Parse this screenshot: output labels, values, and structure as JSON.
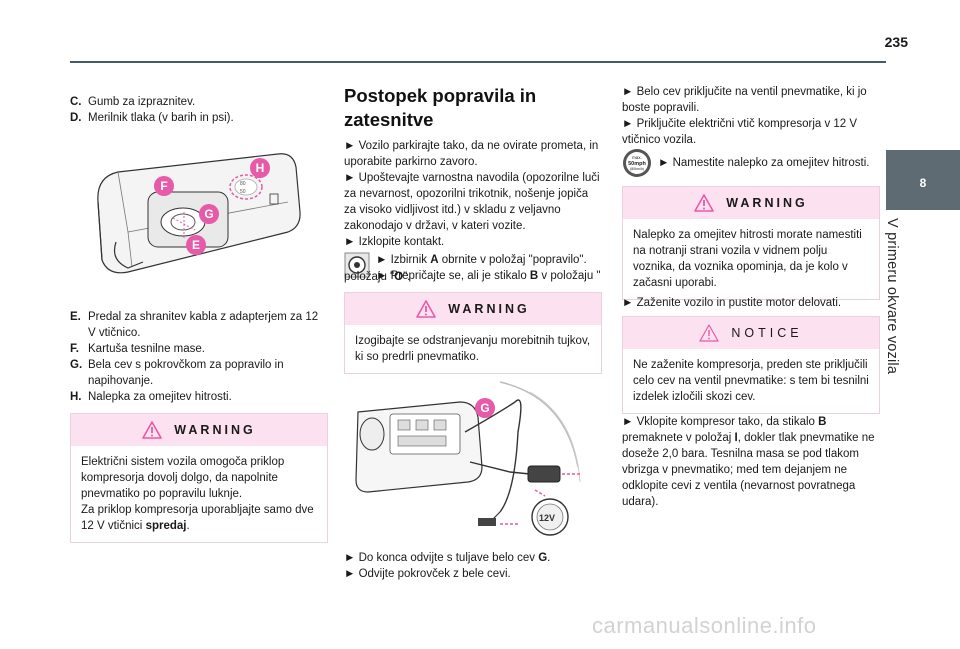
{
  "page": {
    "number": "235",
    "chapter_number": "8",
    "chapter_title": "V primeru okvare vozila"
  },
  "col1": {
    "list_top": [
      {
        "key": "C.",
        "text": "Gumb za izpraznitev."
      },
      {
        "key": "D.",
        "text": "Merilnik tlaka (v barih in psi)."
      }
    ],
    "figure_labels": {
      "h": "H",
      "f": "F",
      "g": "G",
      "e": "E",
      "gauge_top": "80",
      "gauge_bottom": "50"
    },
    "list_bottom": [
      {
        "key": "E.",
        "text": "Predal za shranitev kabla z adapterjem za 12 V vtičnico."
      },
      {
        "key": "F.",
        "text": "Kartuša tesnilne mase."
      },
      {
        "key": "G.",
        "text": "Bela cev s pokrovčkom za popravilo in napihovanje."
      },
      {
        "key": "H.",
        "text": "Nalepka za omejitev hitrosti."
      }
    ],
    "warning": {
      "title": "WARNING",
      "line1": "Električni sistem vozila omogoča priklop kompresorja dovolj dolgo, da napolnite pnevmatiko po popravilu luknje.",
      "line2_pre": "Za priklop kompresorja uporabljajte samo dve 12 V vtičnici ",
      "line2_bold": "spredaj",
      "line2_post": "."
    }
  },
  "col2": {
    "heading": "Postopek popravila in zatesnitve",
    "step1": "► Vozilo parkirajte tako, da ne ovirate prometa, in uporabite parkirno zavoro.",
    "step2": "► Upoštevajte varnostna navodila (opozorilne luči za nevarnost, opozorilni trikotnik, nošenje jopiča za visoko vidljivost itd.) v skladu z veljavno zakonodajo v državi, v kateri vozite.",
    "step3": "► Izklopite kontakt.",
    "step4_pre": "► Izbirnik ",
    "step4_bold": "A",
    "step4_post": " obrnite v položaj \"popravilo\".",
    "step5_pre": "► Prepričajte se, ali je stikalo ",
    "step5_bold": "B",
    "step5_post": " v položaju \"",
    "step5_bold2": "O",
    "step5_end": "\".",
    "warning": {
      "title": "WARNING",
      "text": "Izogibajte se odstranjevanju morebitnih tujkov, ki so predrli pnevmatiko."
    },
    "figure_labels": {
      "g": "G",
      "socket": "12V"
    },
    "step6_pre": "► Do konca odvijte s tuljave belo cev ",
    "step6_bold": "G",
    "step6_post": ".",
    "step7": "► Odvijte pokrovček z bele cevi."
  },
  "col3": {
    "step1": "► Belo cev priključite na ventil pnevmatike, ki jo boste popravili.",
    "step2": "► Priključite električni vtič kompresorja v 12 V vtičnico vozila.",
    "step3": "► Namestite nalepko za omejitev hitrosti.",
    "speed_icon": {
      "line1": "max.",
      "line2": "50mph",
      "line3": "(80km/h)"
    },
    "warning": {
      "title": "WARNING",
      "text": "Nalepko za omejitev hitrosti morate namestiti na notranji strani vozila v vidnem polju voznika, da voznika opominja, da je kolo v začasni uporabi."
    },
    "step4": "► Zaženite vozilo in pustite motor delovati.",
    "notice": {
      "title": "NOTICE",
      "text": "Ne zaženite kompresorja, preden ste priključili celo cev na ventil pnevmatike: s tem bi tesnilni izdelek izločili skozi cev."
    },
    "step5_pre": "► Vklopite kompresor tako, da stikalo ",
    "step5_b1": "B",
    "step5_mid": " premaknete v položaj ",
    "step5_b2": "I",
    "step5_post": ", dokler tlak pnevmatike ne doseže 2,0 bara. Tesnilna masa se pod tlakom vbrizga v pnevmatiko; med tem dejanjem ne odklopite cevi z ventila (nevarnost povratnega udara)."
  },
  "watermark": "carmanualsonline.info",
  "colors": {
    "accent_pink": "#e65aa8",
    "warning_bg": "#fce1f0",
    "side_tab": "#5f6b72"
  }
}
